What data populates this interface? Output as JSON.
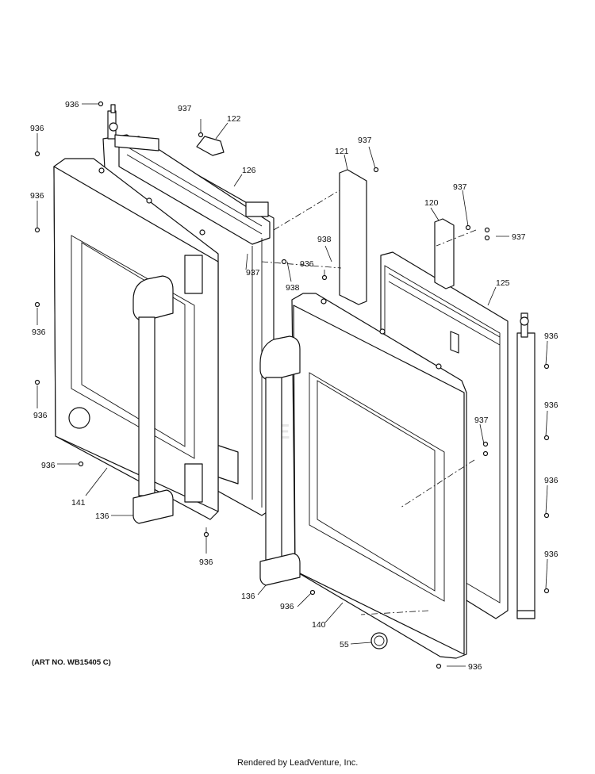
{
  "diagram": {
    "art_number": "(ART NO. WB15405 C)",
    "watermark": "LEADVENTURE",
    "footer": "Rendered by LeadVenture, Inc.",
    "callouts": {
      "c936_top": "936",
      "c936_l1": "936",
      "c936_l2": "936",
      "c936_l3": "936",
      "c936_l4": "936",
      "c936_l5": "936",
      "c936_ld": "936",
      "c936_mid": "936",
      "c936_r1": "936",
      "c936_r2": "936",
      "c936_r3": "936",
      "c936_r4": "936",
      "c936_rb": "936",
      "c936_bot": "936",
      "c937_a": "937",
      "c937_b": "937",
      "c937_c": "937",
      "c937_d": "937",
      "c937_e": "937",
      "c937_f": "937",
      "c938_a": "938",
      "c938_b": "938",
      "c122": "122",
      "c121": "121",
      "c120": "120",
      "c126": "126",
      "c125": "125",
      "c141": "141",
      "c140": "140",
      "c136_a": "136",
      "c136_b": "136",
      "c55": "55"
    }
  }
}
